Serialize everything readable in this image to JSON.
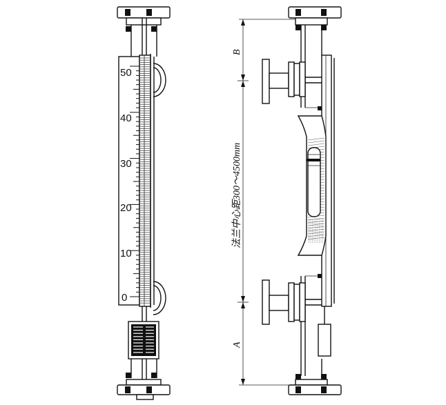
{
  "scale": {
    "labels": [
      "50",
      "40",
      "30",
      "20",
      "10",
      "0"
    ]
  },
  "dimensions": {
    "upper_label": "B",
    "lower_label": "A",
    "center_distance_label": "法兰中心距300～4500mm"
  },
  "nameplate": {
    "marking": "gauge nameplate"
  }
}
